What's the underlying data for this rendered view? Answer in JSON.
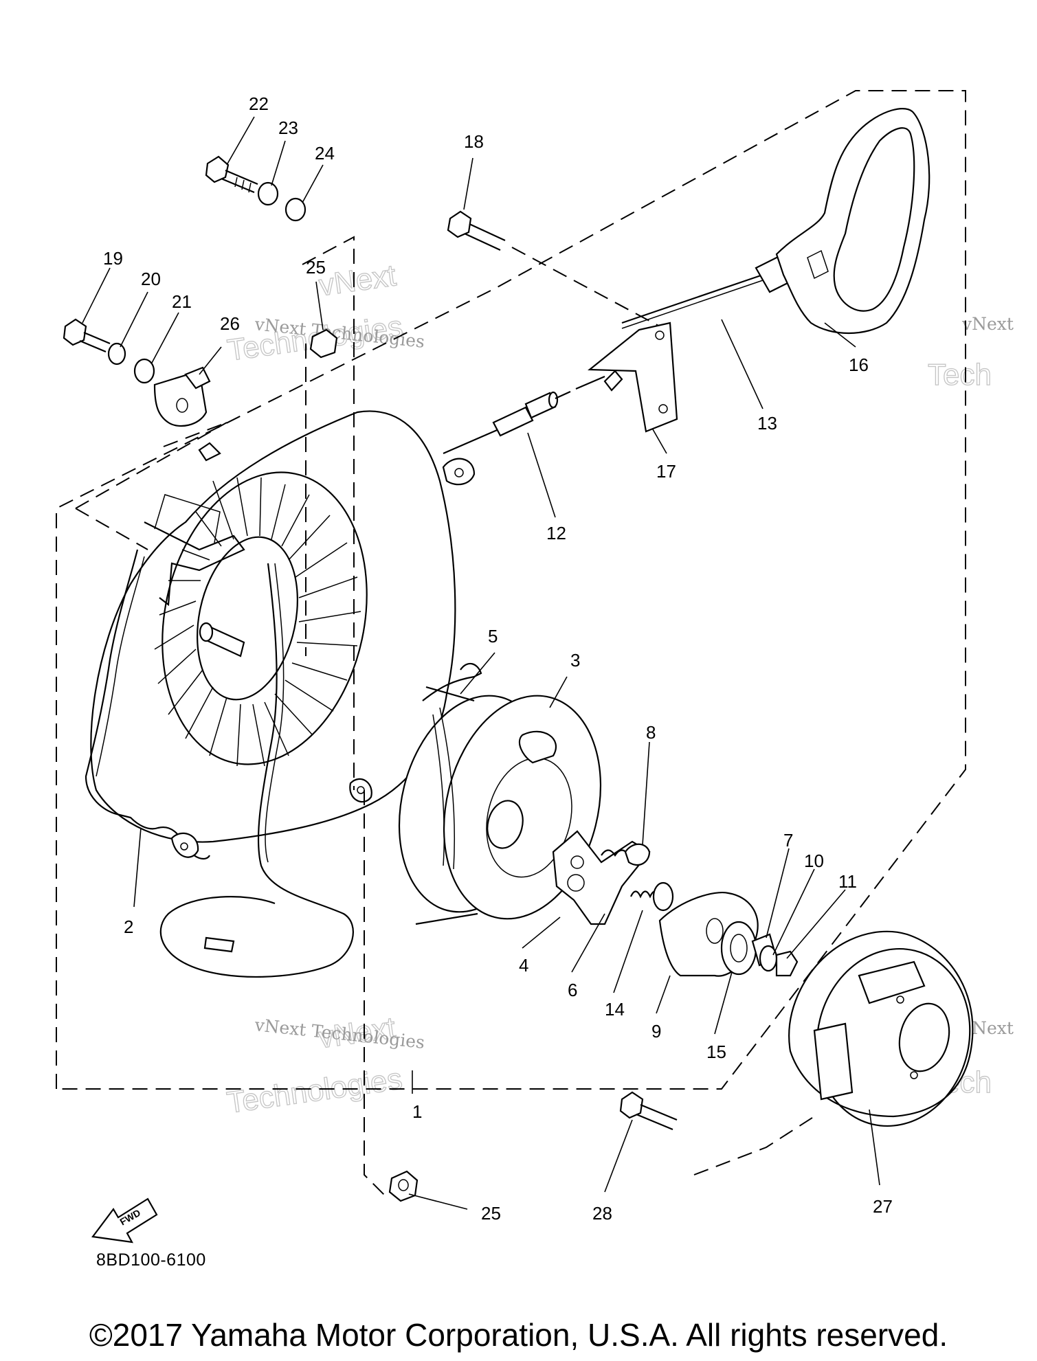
{
  "diagram": {
    "code": "8BD100-6100",
    "copyright": "©2017 Yamaha Motor Corporation, U.S.A. All rights reserved.",
    "fwd_label": "FWD",
    "watermark": {
      "line1": "vNext Technologies",
      "big_top": "vNext",
      "big_bottom": "Technologies",
      "right_partial": "vNext",
      "right_partial_big": "Tech"
    },
    "part_labels": [
      "1",
      "2",
      "3",
      "4",
      "5",
      "6",
      "7",
      "8",
      "9",
      "10",
      "11",
      "12",
      "13",
      "14",
      "15",
      "16",
      "17",
      "18",
      "19",
      "20",
      "21",
      "22",
      "23",
      "24",
      "25",
      "25",
      "26",
      "27",
      "28"
    ]
  }
}
